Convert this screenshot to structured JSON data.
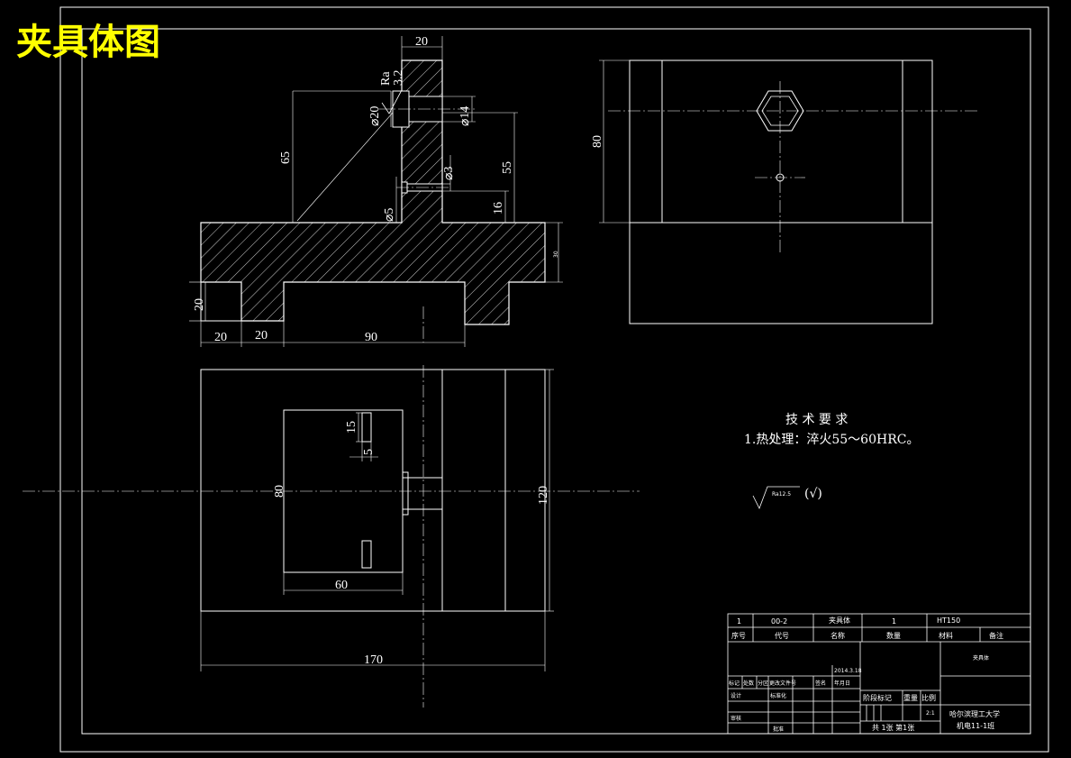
{
  "title": "夹具体图",
  "colors": {
    "background": "#000000",
    "line": "#ffffff",
    "title": "#ffff00"
  },
  "dimensions": {
    "top_width": "20",
    "ra": "Ra",
    "ra_value": "3.2",
    "hole_dia_20": "⌀20",
    "hole_dia_14": "⌀14",
    "height_65": "65",
    "height_55": "55",
    "hole_dia_3": "⌀3",
    "hole_dia_5": "⌀5",
    "height_16": "16",
    "base_30": "30",
    "foot_20": "20",
    "bottom_20a": "20",
    "bottom_20b": "20",
    "bottom_90": "90",
    "side_80": "80",
    "plan_15": "15",
    "plan_5": "5",
    "plan_80": "80",
    "plan_60": "60",
    "plan_120": "120",
    "plan_170": "170"
  },
  "technical_requirements": {
    "heading": "技 术 要 求",
    "item1": "1.热处理：淬火55～60HRC。",
    "roughness": "Ra12.5",
    "roughness_paren": "(√)"
  },
  "title_block": {
    "row1": {
      "seq": "1",
      "code": "00-2",
      "name": "夹具体",
      "qty": "1",
      "material": "HT150"
    },
    "headers": {
      "seq": "序号",
      "code": "代号",
      "name": "名称",
      "qty": "数量",
      "material": "材料",
      "remark": "备注"
    },
    "part_name": "夹具体",
    "date_text": "2014.3.18",
    "sign_row": [
      "标记",
      "处数",
      "分区",
      "更改文件号",
      "签名",
      "年月日"
    ],
    "design": "设计",
    "standardize": "标准化",
    "review": "审核",
    "approve": "批准",
    "stage_mark": "阶段标记",
    "weight": "重量",
    "scale": "比例",
    "scale_value": "2:1",
    "sheets": "共 1张 第1张",
    "school": "哈尔滨理工大学",
    "class": "机电11-1班"
  }
}
